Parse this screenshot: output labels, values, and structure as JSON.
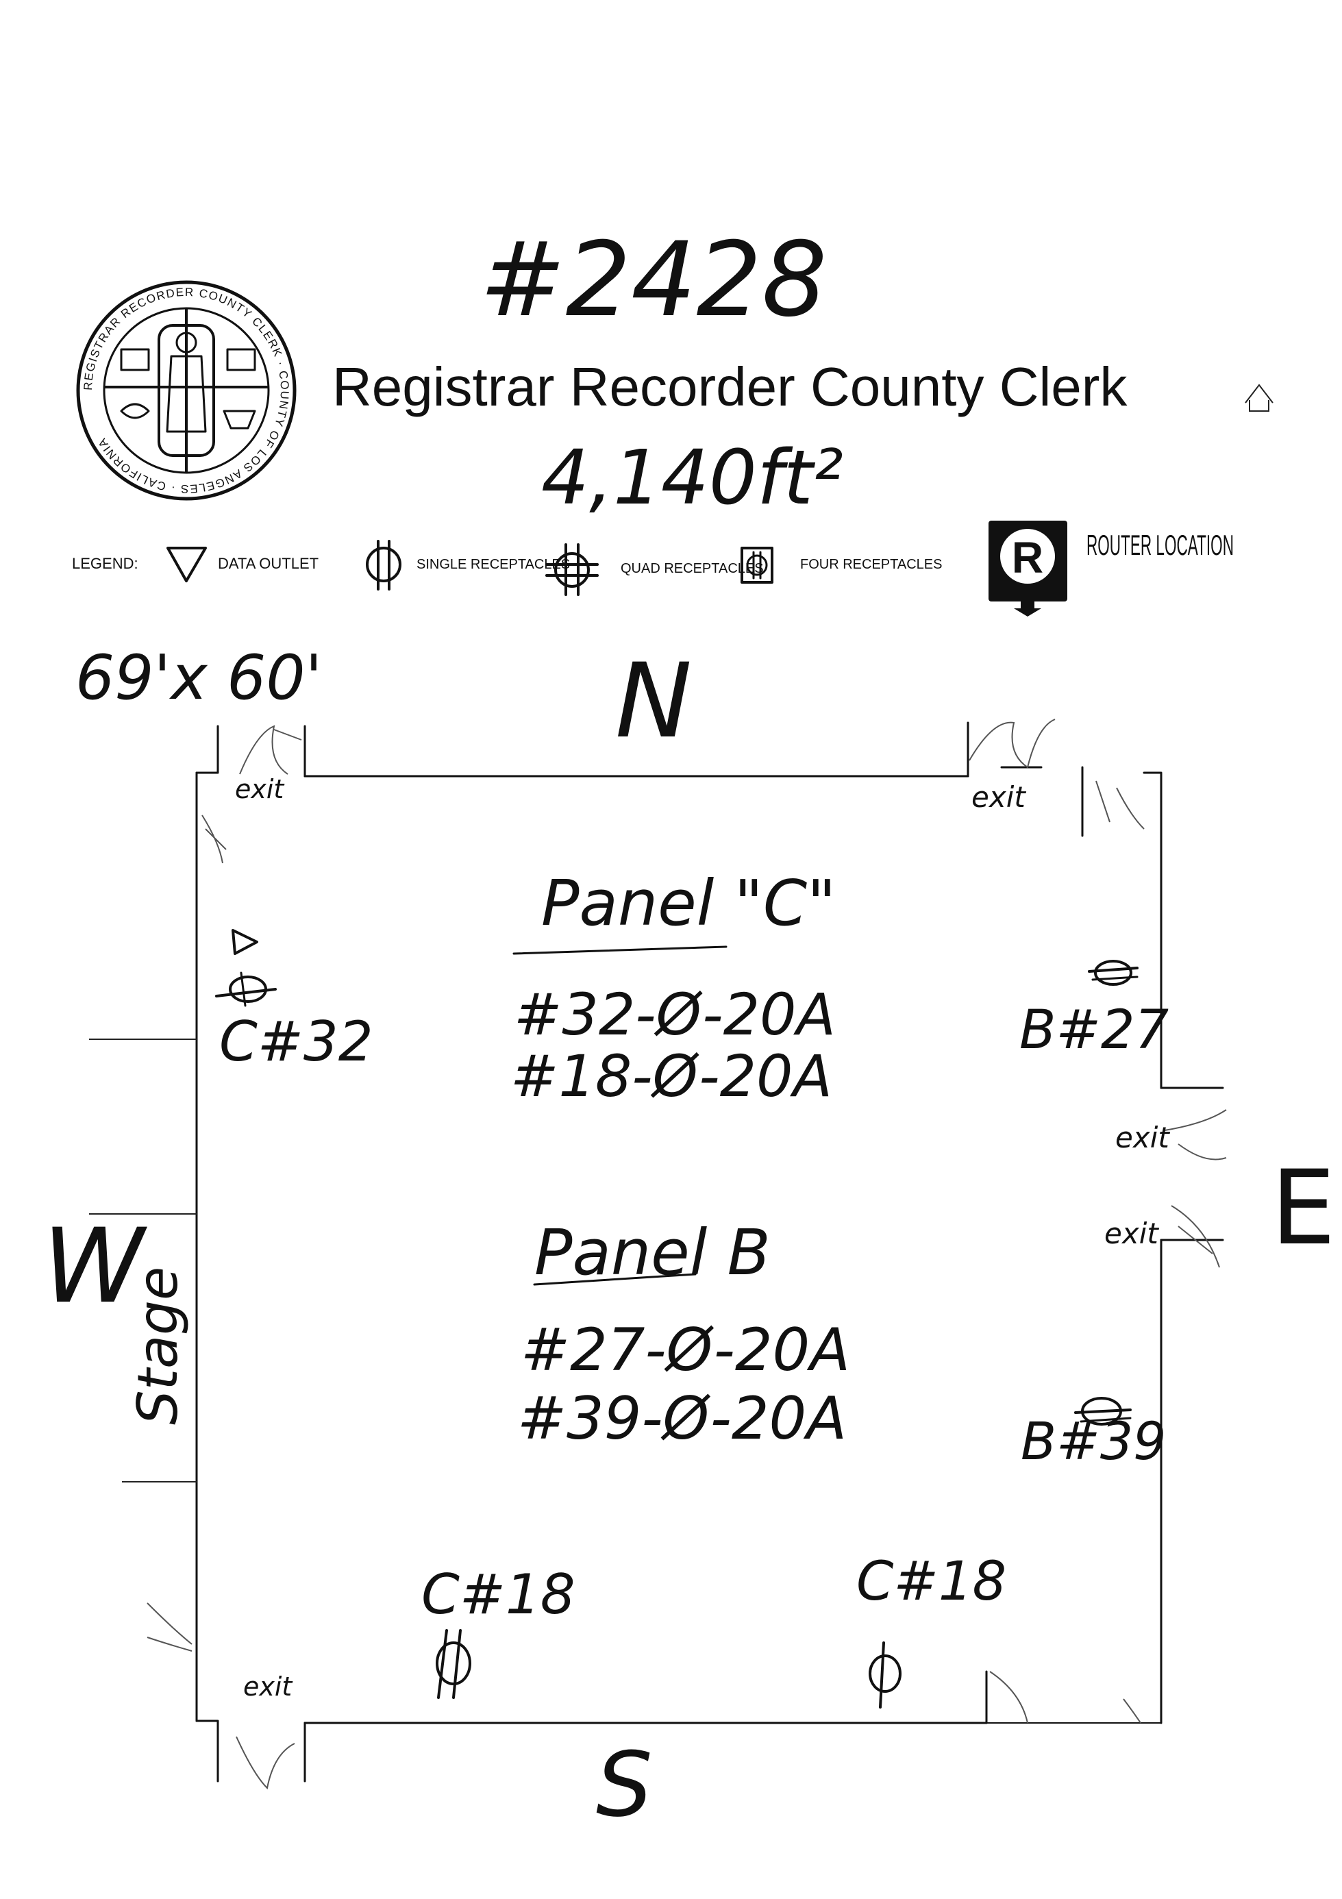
{
  "header": {
    "job_number": "#2428",
    "title": "Registrar Recorder County Clerk",
    "area": "4,140ft²",
    "dimensions": "69'x 60'"
  },
  "legend": {
    "label": "LEGEND:",
    "items": [
      {
        "icon": "triangle-icon",
        "text": "DATA OUTLET"
      },
      {
        "icon": "single-receptacle-icon",
        "text": "SINGLE RECEPTACLES"
      },
      {
        "icon": "quad-receptacle-icon",
        "text": "QUAD RECEPTACLES"
      },
      {
        "icon": "four-receptacle-box-icon",
        "text": "FOUR RECEPTACLES"
      },
      {
        "icon": "router-icon",
        "text": "ROUTER LOCATION",
        "glyph": "R"
      }
    ]
  },
  "compass": {
    "north": "N",
    "south": "S",
    "east": "E",
    "west": "W"
  },
  "room": {
    "stage": "Stage",
    "exits": [
      "exit",
      "exit",
      "exit",
      "exit",
      "exit"
    ]
  },
  "panels": [
    {
      "title": "Panel \"C\"",
      "circuits": [
        "#32-Ø-20A",
        "#18-Ø-20A"
      ]
    },
    {
      "title": "Panel B",
      "circuits": [
        "#27-Ø-20A",
        "#39-Ø-20A"
      ]
    }
  ],
  "outlet_labels": {
    "c32": "C#32",
    "b27": "B#27",
    "b39": "B#39",
    "c18_left": "C#18",
    "c18_right": "C#18"
  },
  "seal": {
    "text": "REGISTRAR RECORDER COUNTY CLERK · COUNTY OF LOS ANGELES · CALIFORNIA"
  },
  "colors": {
    "ink": "#111111",
    "paper": "#ffffff"
  }
}
